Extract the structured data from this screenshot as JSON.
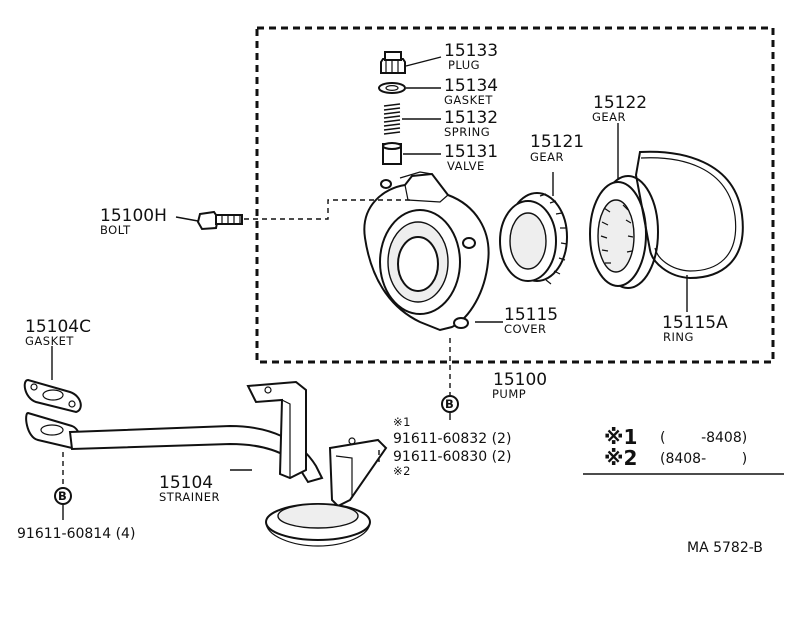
{
  "parts": {
    "plug": {
      "number": "15133",
      "name": "PLUG"
    },
    "gasket": {
      "number": "15134",
      "name": "GASKET"
    },
    "spring": {
      "number": "15132",
      "name": "SPRING"
    },
    "valve": {
      "number": "15131",
      "name": "VALVE"
    },
    "gear_outer": {
      "number": "15122",
      "name": "GEAR"
    },
    "gear_inner": {
      "number": "15121",
      "name": "GEAR"
    },
    "bolt": {
      "number": "15100H",
      "name": "BOLT"
    },
    "cover": {
      "number": "15115",
      "name": "COVER"
    },
    "ring": {
      "number": "15115A",
      "name": "RING"
    },
    "pump": {
      "number": "15100",
      "name": "PUMP"
    },
    "gasket_strainer": {
      "number": "15104C",
      "name": "GASKET"
    },
    "strainer": {
      "number": "15104",
      "name": "STRAINER"
    }
  },
  "callout_b": "B",
  "bolts_b_upper": {
    "mark1": "※1",
    "line1": "91611-60832 (2)",
    "line2": "91611-60830 (2)",
    "mark2": "※2"
  },
  "bolts_b_lower": "91611-60814 (4)",
  "legend": [
    {
      "mark": "※1",
      "range": "(        -8408)"
    },
    {
      "mark": "※2",
      "range": "(8408-        )"
    }
  ],
  "diagram_code": "MA 5782-B"
}
